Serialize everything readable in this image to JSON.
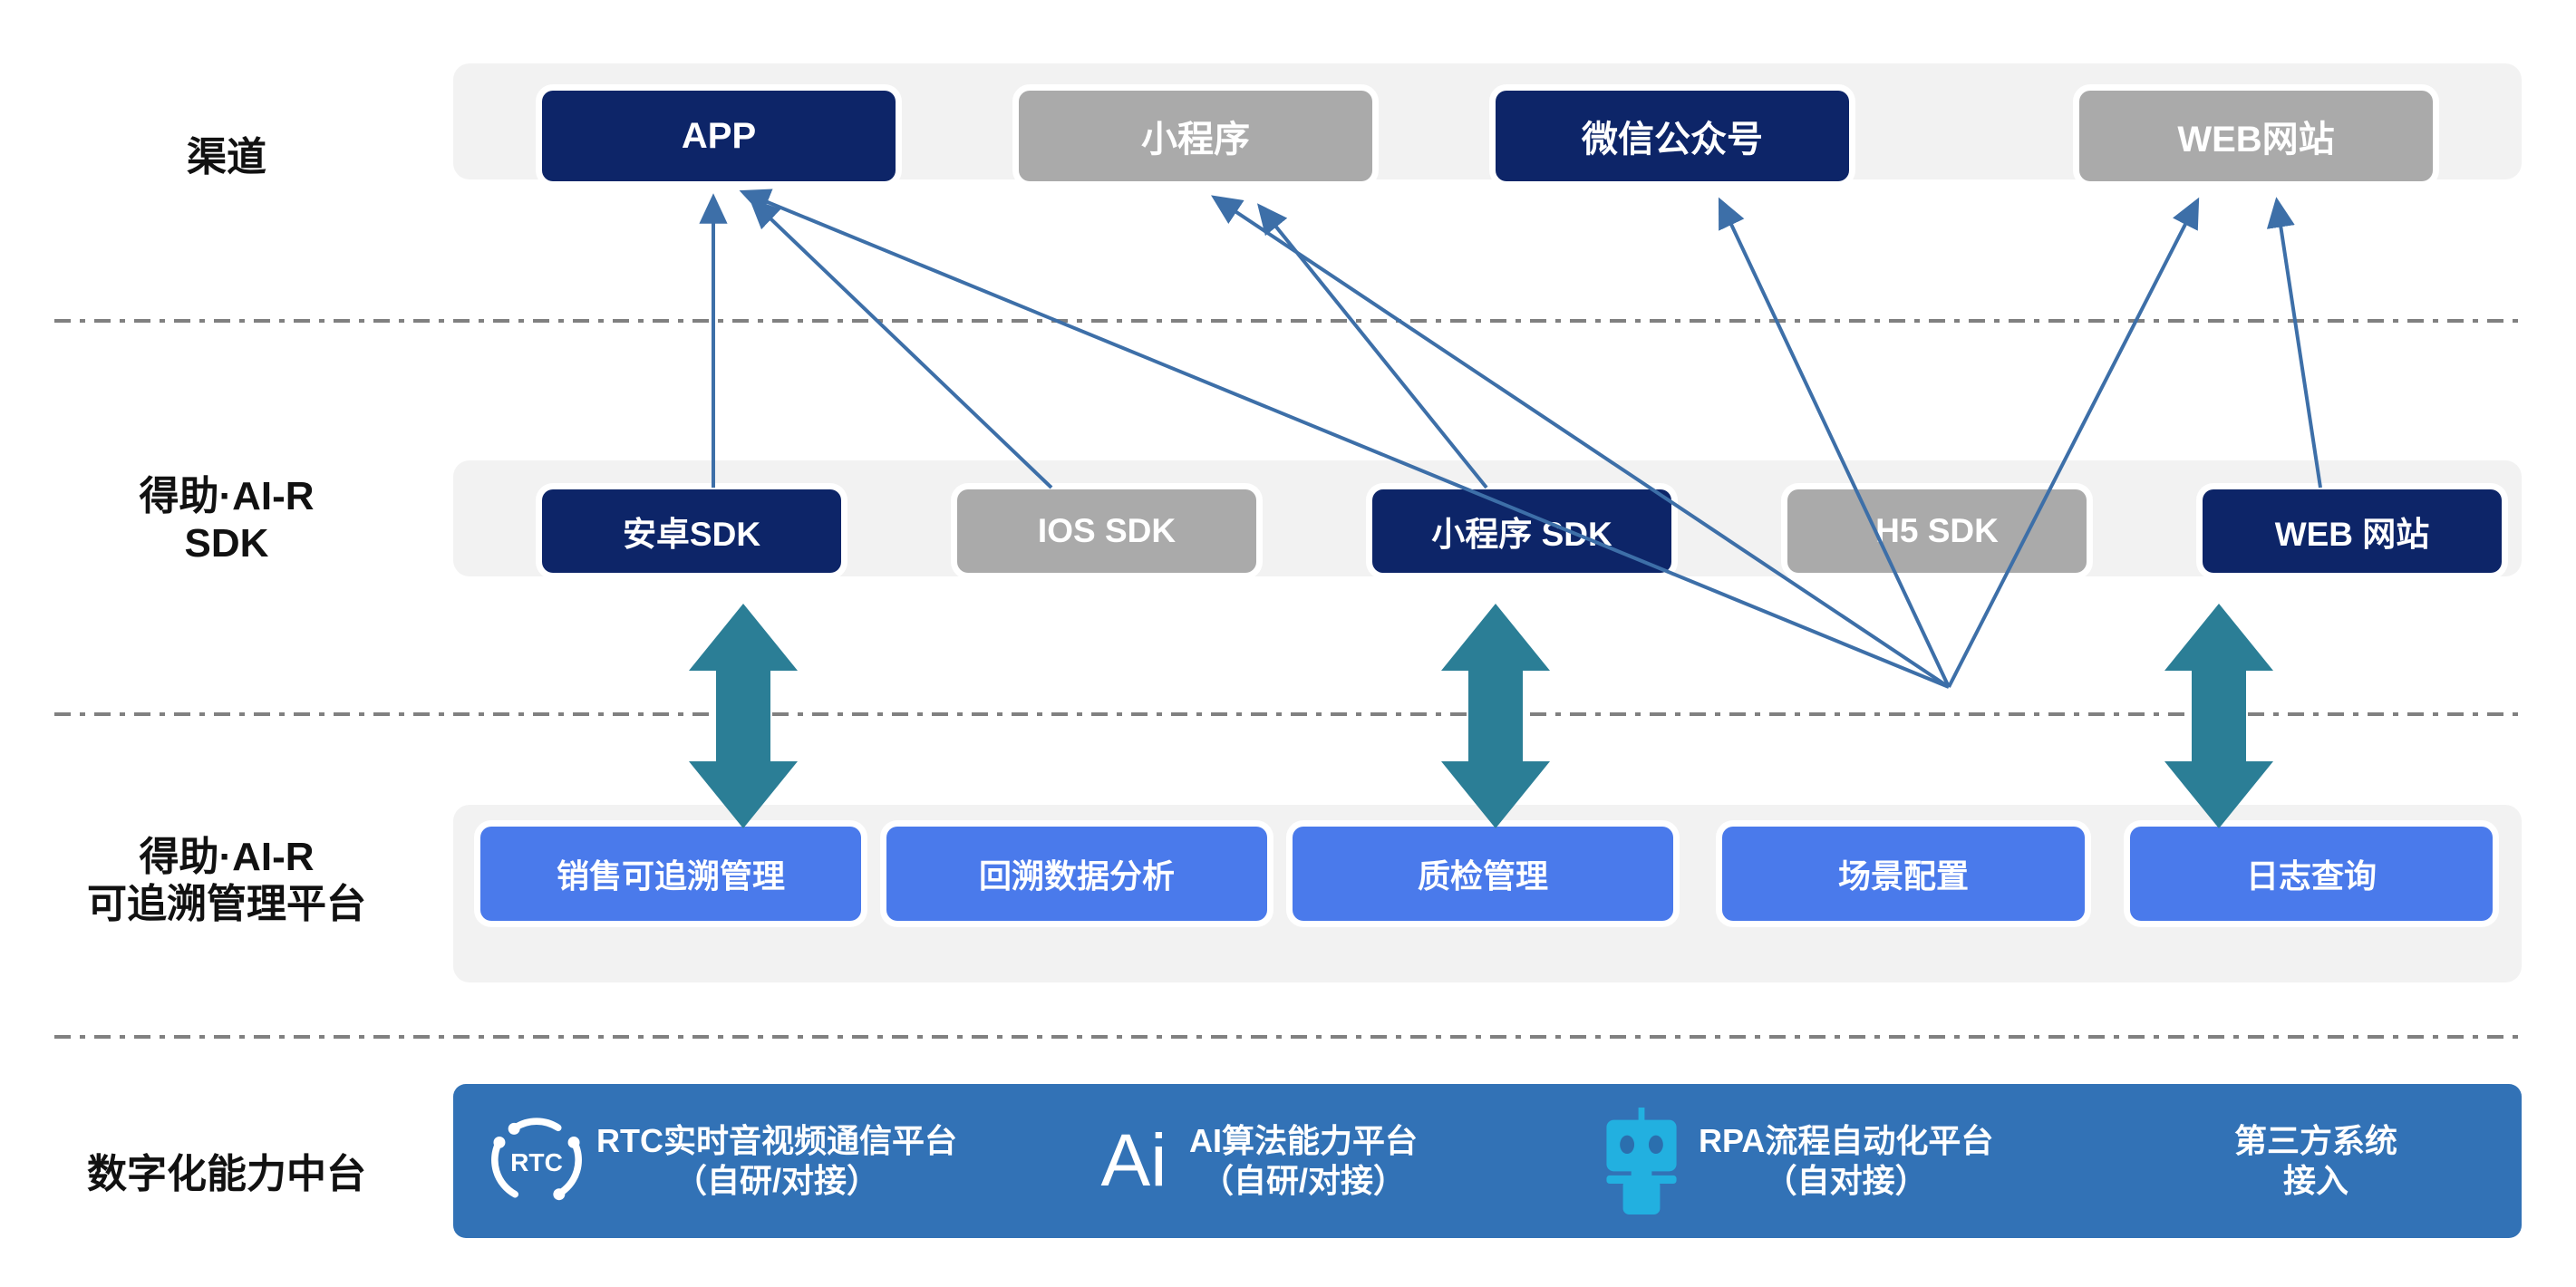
{
  "diagram": {
    "title": "得助·AI-R 可追溯管理平台架构",
    "colors": {
      "navy": "#0d2568",
      "grey": "#aaaaaa",
      "blue": "#4a7aeb",
      "band": "#f2f2f2",
      "bottom_bar": "#3272b6",
      "arrow_blue": "#3d6fa8",
      "arrow_teal": "#2b7e96",
      "robot_cyan": "#22b0e0",
      "separator": "#808080"
    }
  },
  "rows": [
    {
      "key": "channel",
      "label": "渠道",
      "items": [
        {
          "label": "APP",
          "style": "navy"
        },
        {
          "label": "小程序",
          "style": "grey"
        },
        {
          "label": "微信公众号",
          "style": "navy"
        },
        {
          "label": "WEB网站",
          "style": "grey"
        }
      ]
    },
    {
      "key": "sdk",
      "label": "得助·AI-R\nSDK",
      "label_line1": "得助·AI-R",
      "label_line2": "SDK",
      "items": [
        {
          "label": "安卓SDK",
          "style": "navy"
        },
        {
          "label": "IOS SDK",
          "style": "grey"
        },
        {
          "label": "小程序 SDK",
          "style": "navy"
        },
        {
          "label": "H5 SDK",
          "style": "grey"
        },
        {
          "label": "WEB 网站",
          "style": "navy"
        }
      ]
    },
    {
      "key": "platform",
      "label": "得助·AI-R\n可追溯管理平台",
      "label_line1": "得助·AI-R",
      "label_line2": "可追溯管理平台",
      "items": [
        {
          "label": "销售可追溯管理",
          "style": "blue"
        },
        {
          "label": "回溯数据分析",
          "style": "blue"
        },
        {
          "label": "质检管理",
          "style": "blue"
        },
        {
          "label": "场景配置",
          "style": "blue"
        },
        {
          "label": "日志查询",
          "style": "blue"
        }
      ]
    },
    {
      "key": "midplatform",
      "label": "数字化能力中台",
      "items": [
        {
          "icon": "rtc-icon",
          "line1": "RTC实时音视频通信平台",
          "line2": "（自研/对接）"
        },
        {
          "icon": "ai-icon",
          "line1": "AI算法能力平台",
          "line2": "（自研/对接）"
        },
        {
          "icon": "robot-icon",
          "line1": "RPA流程自动化平台",
          "line2": "（自对接）"
        },
        {
          "icon": "none",
          "line1": "第三方系统",
          "line2": "接入"
        }
      ]
    }
  ],
  "connections": {
    "channel_to_sdk": [
      {
        "from": "安卓SDK",
        "to": "APP"
      },
      {
        "from": "IOS SDK",
        "to": "APP"
      },
      {
        "from": "H5 SDK",
        "to": "APP"
      },
      {
        "from": "小程序 SDK",
        "to": "小程序"
      },
      {
        "from": "H5 SDK",
        "to": "小程序"
      },
      {
        "from": "H5 SDK",
        "to": "微信公众号"
      },
      {
        "from": "H5 SDK",
        "to": "WEB网站"
      },
      {
        "from": "WEB 网站",
        "to": "WEB网站"
      }
    ],
    "sdk_to_platform": [
      {
        "from": "安卓SDK",
        "type": "bidirectional"
      },
      {
        "from": "小程序 SDK",
        "type": "bidirectional"
      },
      {
        "from": "WEB 网站",
        "type": "bidirectional"
      }
    ]
  },
  "icons": {
    "rtc": "RTC",
    "ai": "Ai"
  }
}
